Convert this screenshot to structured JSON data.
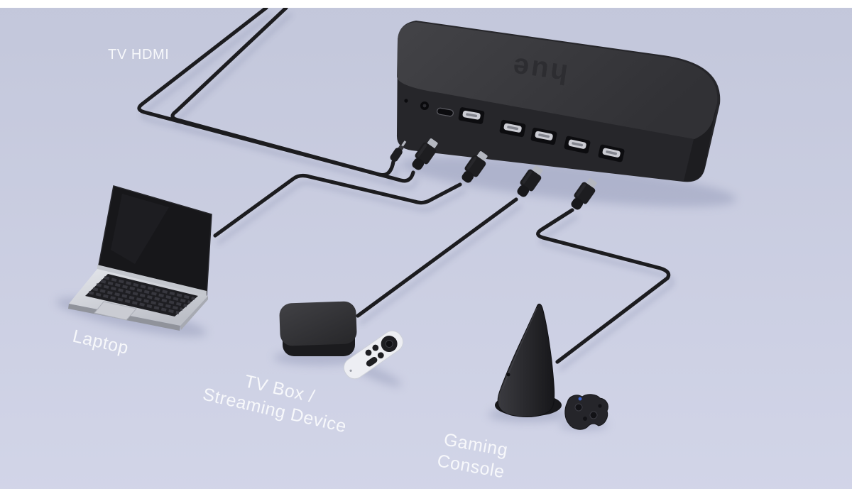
{
  "scene": {
    "type": "product-connection-diagram",
    "colors": {
      "background_top": "#c3c7db",
      "background_bottom": "#d2d5e8",
      "frame_bar": "#ffffff",
      "cable": "#1c1c1f",
      "device_dark": "#28282b",
      "label_text": "#ffffff"
    }
  },
  "labels": {
    "tv_hdmi": "TV HDMI",
    "laptop": "Laptop",
    "tv_box_line1": "TV Box /",
    "tv_box_line2": "Streaming Device",
    "gaming_line1": "Gaming",
    "gaming_line2": "Console"
  },
  "sync_box": {
    "logo": "hue",
    "hdmi_input_count": 4,
    "ports": [
      "status-pinhole",
      "power-port",
      "usb-c-port",
      "hdmi-out-port",
      "hdmi-in-1",
      "hdmi-in-2",
      "hdmi-in-3",
      "hdmi-in-4"
    ]
  },
  "devices": [
    "hdmi-sync-box",
    "laptop",
    "tv-box-streaming-device",
    "remote",
    "gaming-console",
    "game-controller"
  ],
  "connections": [
    {
      "cable": "power-cable",
      "to": "power-port"
    },
    {
      "cable": "tv-hdmi-cable",
      "to": "hdmi-out-port"
    },
    {
      "cable": "laptop-cable",
      "to": "hdmi-in"
    },
    {
      "cable": "tv-box-cable",
      "to": "hdmi-in"
    },
    {
      "cable": "gaming-console-cable",
      "to": "hdmi-in"
    }
  ]
}
